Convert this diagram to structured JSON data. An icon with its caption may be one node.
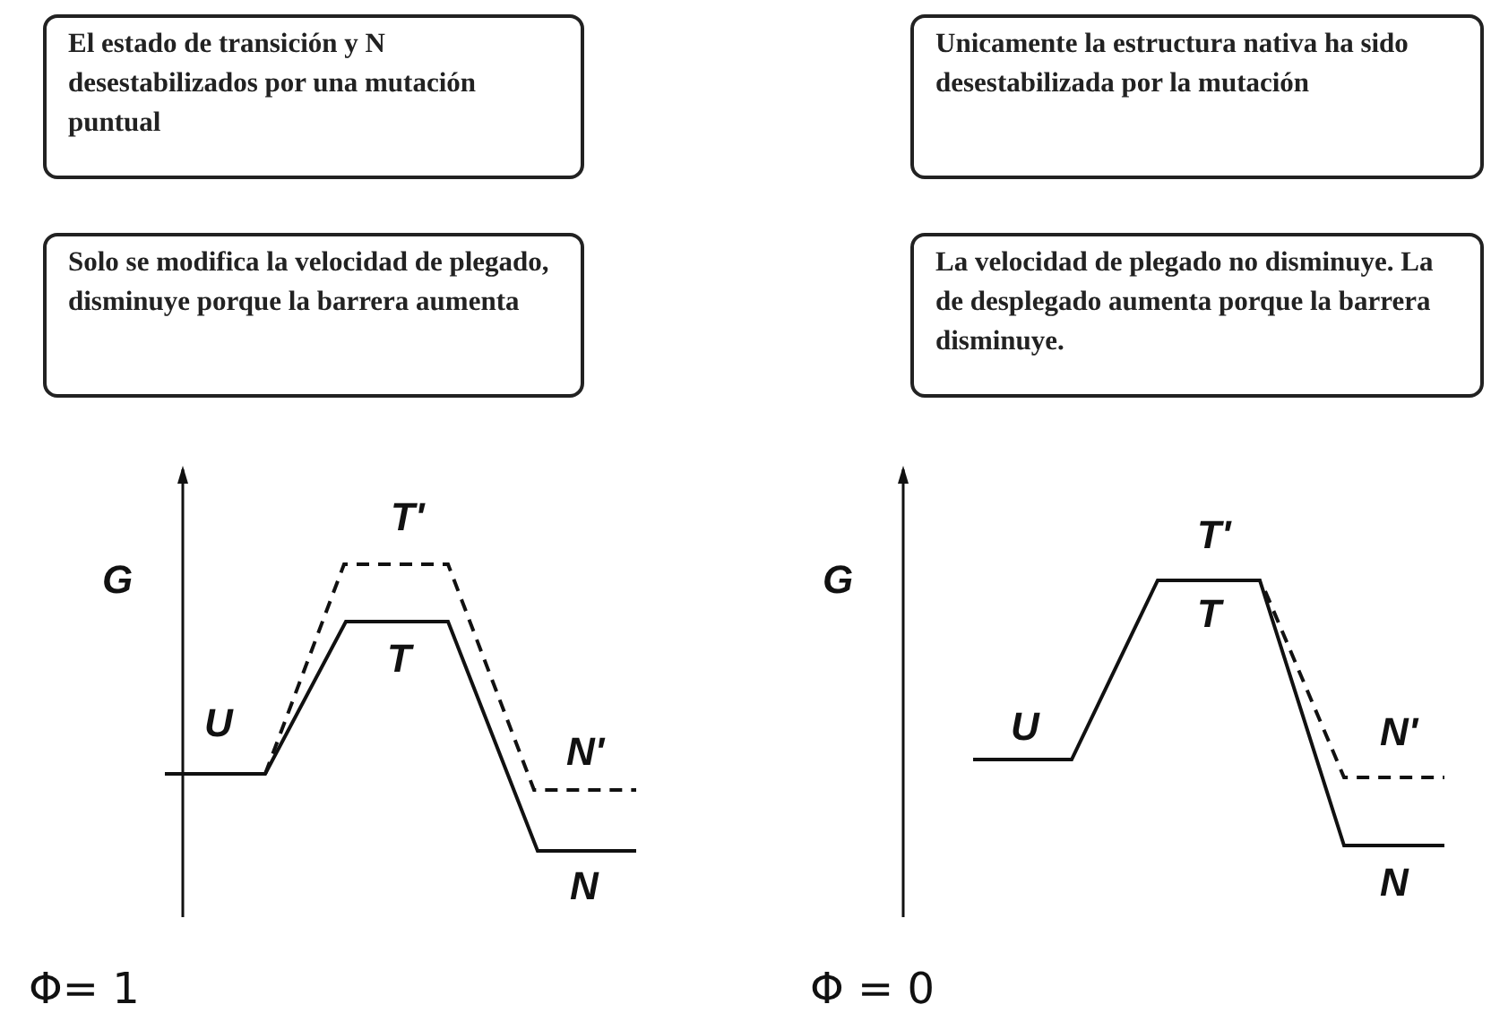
{
  "diagram": {
    "nodes": [
      {
        "text": [
          "El estado de transición y N desestabilizados por una mutación puntual"
        ]
      },
      {
        "text": [
          "Unicamente la estructura nativa ha sido desestabilizada por la mutación"
        ]
      },
      {
        "text": [
          "Solo se modifica la velocidad de plegado, disminuye porque la barrera aumenta"
        ]
      },
      {
        "text": [
          "La velocidad de plegado no disminuye. La de desplegado aumenta porque la barrera disminuye."
        ]
      }
    ],
    "labels": [
      "G",
      "T'",
      "T",
      "U",
      "N'",
      "N",
      "G",
      "T'",
      "T",
      "U",
      "N'",
      "N",
      "Φ= 1",
      "Φ = 0"
    ]
  }
}
